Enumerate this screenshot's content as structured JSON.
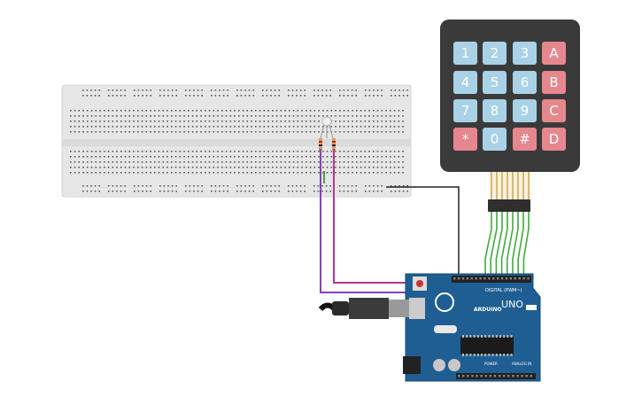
{
  "circuit": {
    "keypad": {
      "rows": [
        [
          "1",
          "2",
          "3",
          "A"
        ],
        [
          "4",
          "5",
          "6",
          "B"
        ],
        [
          "7",
          "8",
          "9",
          "C"
        ],
        [
          "*",
          "0",
          "#",
          "D"
        ]
      ]
    },
    "arduino": {
      "brand_label": "ARDUINO",
      "model_label": "UNO",
      "digital_label": "DIGITAL (PWM~)",
      "power_label": "POWER",
      "analog_label": "ANALOG IN"
    },
    "colors": {
      "wire_green": "#3faa3f",
      "wire_purple": "#8b3fb6",
      "wire_magenta": "#b8338f",
      "wire_black": "#222222",
      "board_blue": "#1f5e93",
      "breadboard": "#e6e6e6"
    }
  }
}
